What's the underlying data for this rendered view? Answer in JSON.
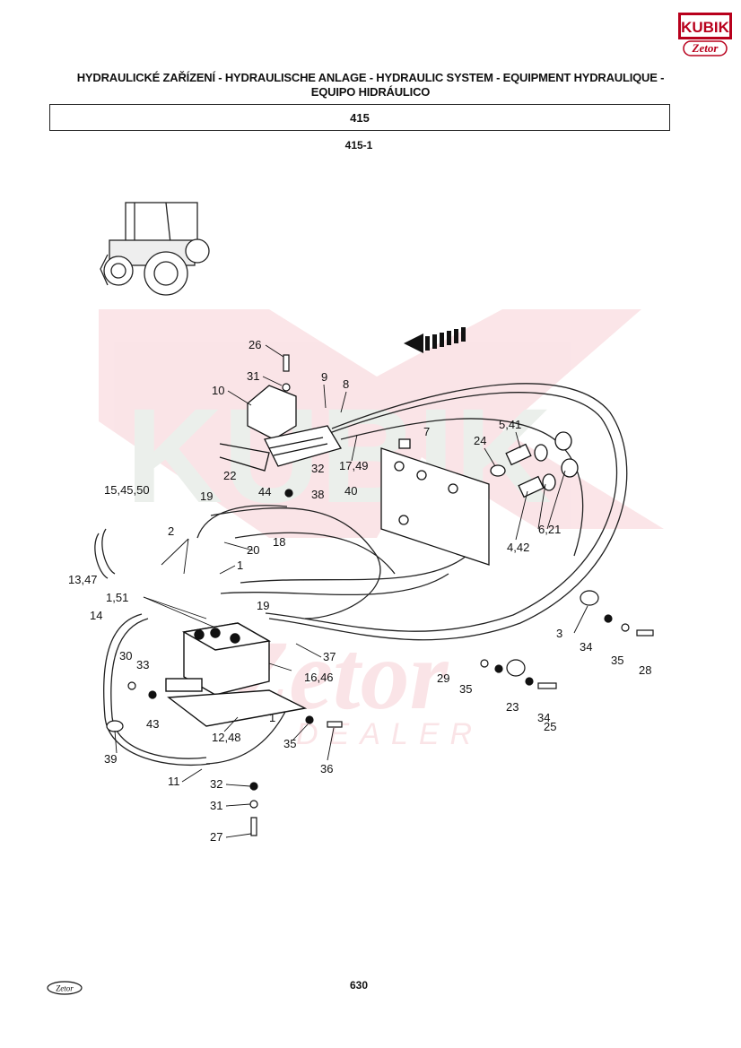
{
  "brand": {
    "line1": "KUBIK",
    "line2": "Zetor"
  },
  "title": {
    "line1": "HYDRAULICKÉ ZAŘÍZENÍ - HYDRAULISCHE ANLAGE - HYDRAULIC SYSTEM - EQUIPMENT HYDRAULIQUE -",
    "line2": "EQUIPO HIDRÁULICO"
  },
  "section": "415",
  "figure": "415-1",
  "watermark": {
    "word1": "KUBIK",
    "word2": "Zetor",
    "word3": "DEALER"
  },
  "callouts": {
    "c26": "26",
    "c31a": "31",
    "c9": "9",
    "c8": "8",
    "c10": "10",
    "c7": "7",
    "c5_41": "5,41",
    "c24": "24",
    "c17_49": "17,49",
    "c32a": "32",
    "c44": "44",
    "c38": "38",
    "c22": "22",
    "c40": "40",
    "c15_45_50": "15,45,50",
    "c19a": "19",
    "c20": "20",
    "c18": "18",
    "c1a": "1",
    "c2": "2",
    "c13_47": "13,47",
    "c1_51": "1,51",
    "c6_21": "6,21",
    "c4_42": "4,42",
    "c19b": "19",
    "c14": "14",
    "c3": "3",
    "c34a": "34",
    "c35a": "35",
    "c28": "28",
    "c37": "37",
    "c30": "30",
    "c33": "33",
    "c16_46": "16,46",
    "c29": "29",
    "c35b": "35",
    "c23": "23",
    "c34b": "34",
    "c25": "25",
    "c43": "43",
    "c12_48": "12,48",
    "c1b": "1",
    "c35c": "35",
    "c39": "39",
    "c36": "36",
    "c11": "11",
    "c32b": "32",
    "c31b": "31",
    "c27": "27"
  },
  "footer": {
    "logo": "Zetor",
    "page": "630"
  }
}
